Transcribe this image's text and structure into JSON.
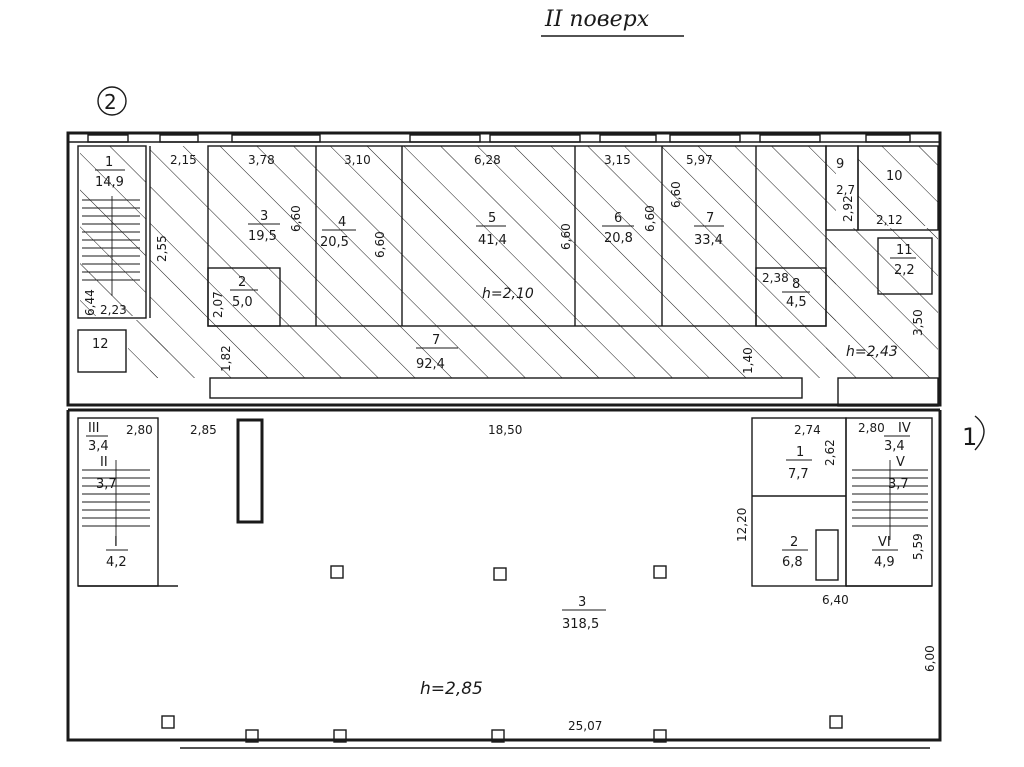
{
  "title": "II поверх",
  "axes": {
    "left_marker": "2",
    "right_marker": "1"
  },
  "upper_rooms": [
    {
      "id": "1",
      "area": "14,9"
    },
    {
      "id": "2",
      "area": "5,0"
    },
    {
      "id": "3",
      "area": "19,5"
    },
    {
      "id": "4",
      "area": "20,5"
    },
    {
      "id": "5",
      "area": "41,4"
    },
    {
      "id": "6",
      "area": "20,8"
    },
    {
      "id": "7",
      "area": "33,4"
    },
    {
      "id": "8",
      "area": "4,5"
    },
    {
      "id": "9",
      "area": ""
    },
    {
      "id": "10",
      "area": ""
    },
    {
      "id": "11",
      "area": "2,2"
    },
    {
      "id": "7",
      "area": "92,4"
    },
    {
      "id": "12",
      "area": ""
    }
  ],
  "lower_rooms": [
    {
      "id": "III",
      "area": "3,4"
    },
    {
      "id": "II",
      "area": "3,7"
    },
    {
      "id": "I",
      "area": "4,2"
    },
    {
      "id": "IV",
      "area": "3,4"
    },
    {
      "id": "V",
      "area": "3,7"
    },
    {
      "id": "VI",
      "area": "4,9"
    },
    {
      "id": "1",
      "area": "7,7"
    },
    {
      "id": "2",
      "area": "6,8"
    },
    {
      "id": "3",
      "area": "318,5"
    }
  ],
  "heights": {
    "upper_center": "h=2,10",
    "upper_right": "h=2,43",
    "lower": "h=2,85"
  },
  "dimensions": {
    "top": [
      "2,15",
      "3,78",
      "3,10",
      "6,28",
      "3,15",
      "5,97"
    ],
    "vertical": [
      "6,60",
      "6,60",
      "6,60",
      "6,60",
      "6,60"
    ],
    "misc": [
      "2,55",
      "6,44",
      "2,23",
      "2,07",
      "1,82",
      "1,40",
      "2,38",
      "2,7",
      "2,92",
      "2,12",
      "3,50"
    ],
    "lower": [
      "2,80",
      "2,85",
      "18,50",
      "2,74",
      "2,62",
      "2,80",
      "12,20",
      "6,40",
      "5,59",
      "6,00",
      "25,07"
    ]
  }
}
